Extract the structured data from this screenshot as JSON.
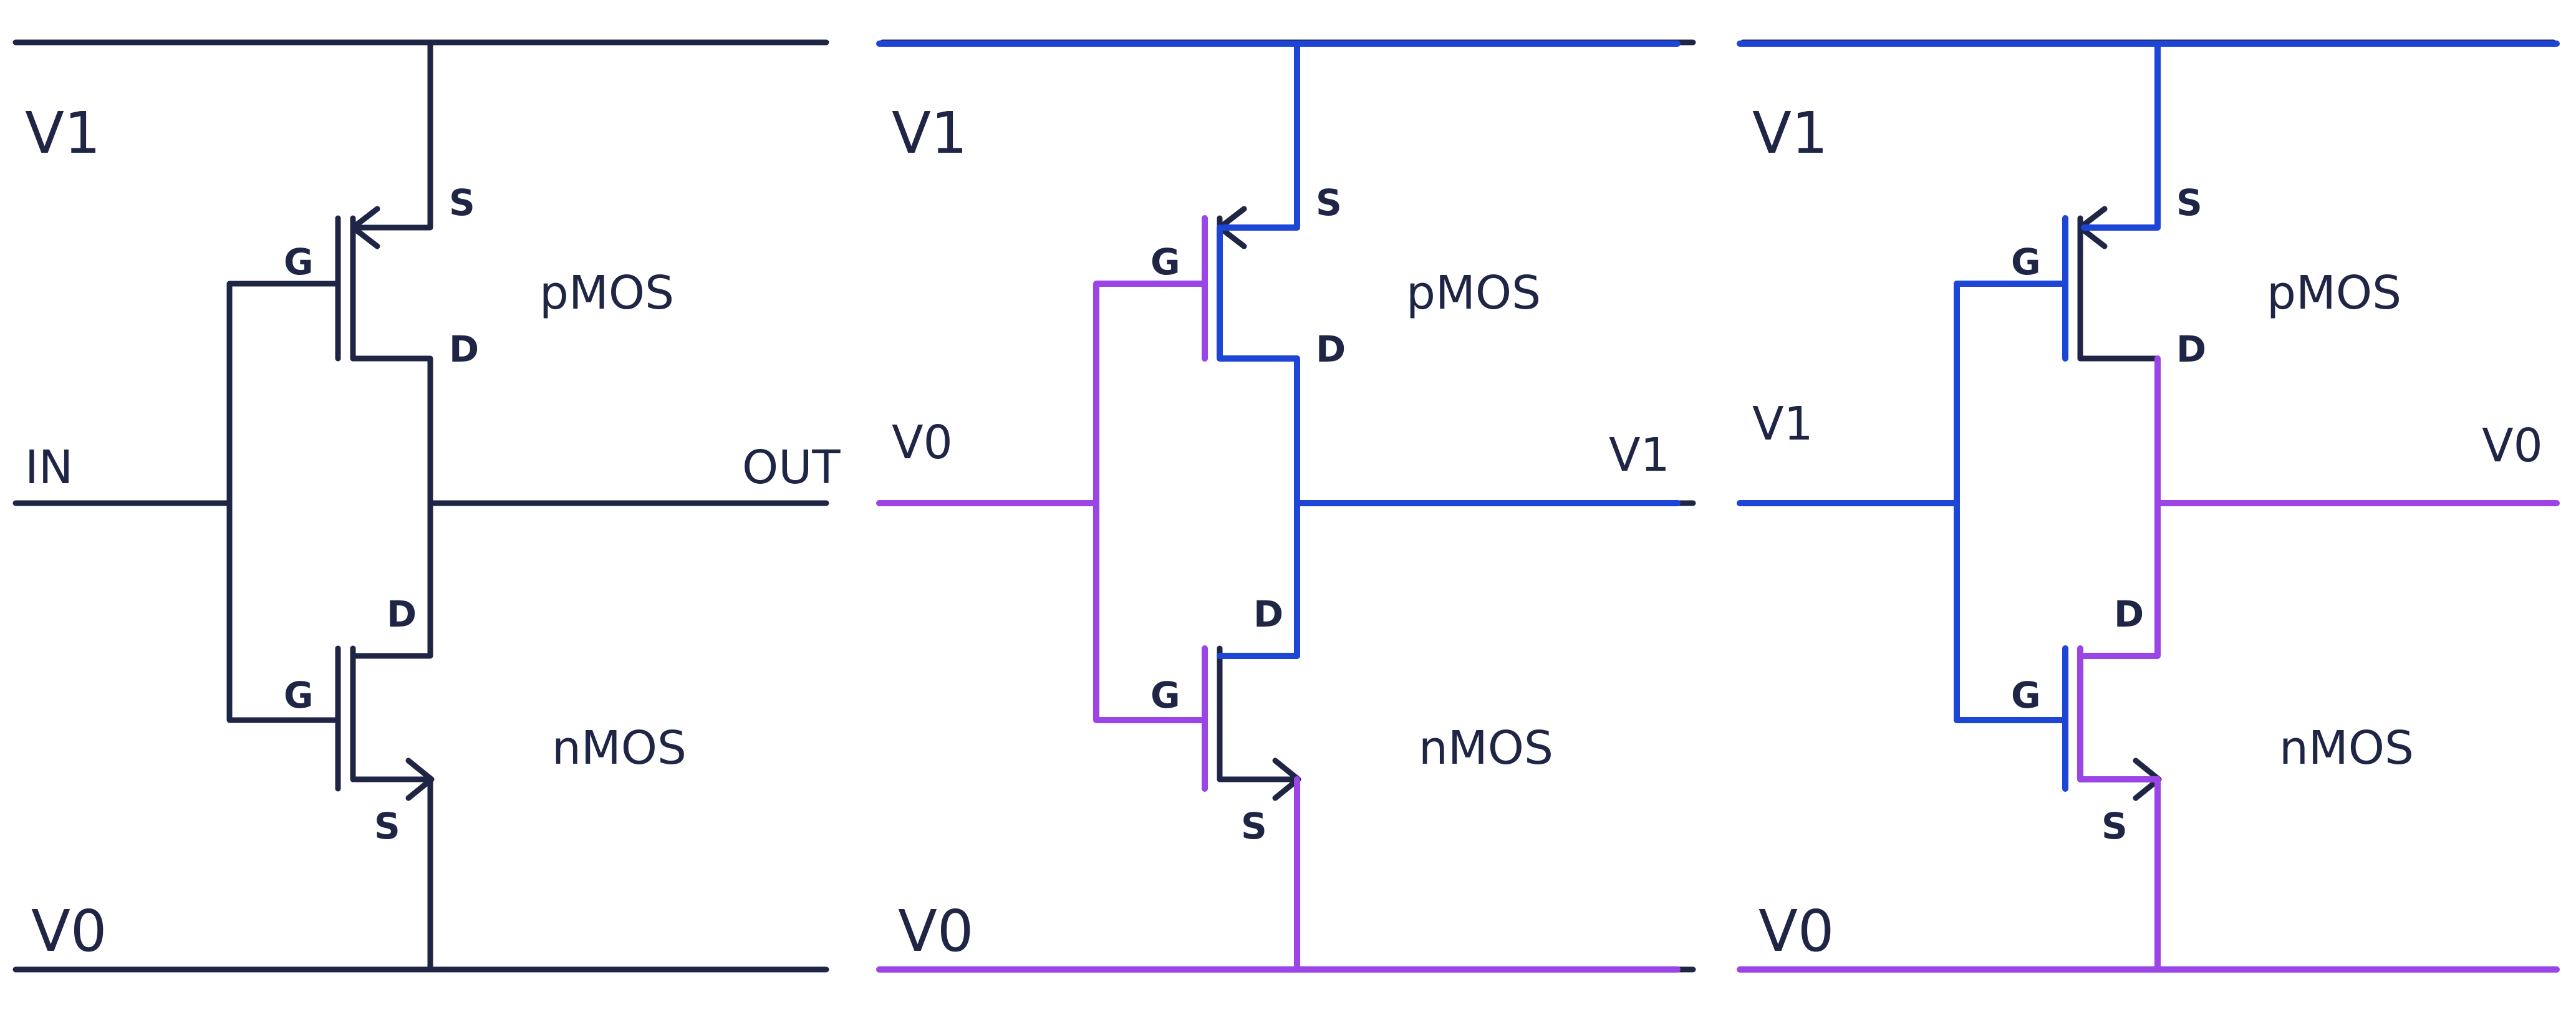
{
  "colors": {
    "ink": "#1f2645",
    "high_signal": "#1d45d6",
    "low_signal": "#9b45e6",
    "background": "#ffffff"
  },
  "panels": [
    {
      "id": "schematic",
      "rail_top": "V1",
      "rail_bottom": "V0",
      "input": "IN",
      "output": "OUT",
      "pmos": {
        "label": "pMOS",
        "gate": "G",
        "source": "S",
        "drain": "D"
      },
      "nmos": {
        "label": "nMOS",
        "gate": "G",
        "source": "S",
        "drain": "D"
      }
    },
    {
      "id": "input-low",
      "rail_top": "V1",
      "rail_bottom": "V0",
      "input": "V0",
      "output": "V1",
      "pmos": {
        "label": "pMOS",
        "gate": "G",
        "source": "S",
        "drain": "D"
      },
      "nmos": {
        "label": "nMOS",
        "gate": "G",
        "source": "S",
        "drain": "D"
      }
    },
    {
      "id": "input-high",
      "rail_top": "V1",
      "rail_bottom": "V0",
      "input": "V1",
      "output": "V0",
      "pmos": {
        "label": "pMOS",
        "gate": "G",
        "source": "S",
        "drain": "D"
      },
      "nmos": {
        "label": "nMOS",
        "gate": "G",
        "source": "S",
        "drain": "D"
      }
    }
  ]
}
